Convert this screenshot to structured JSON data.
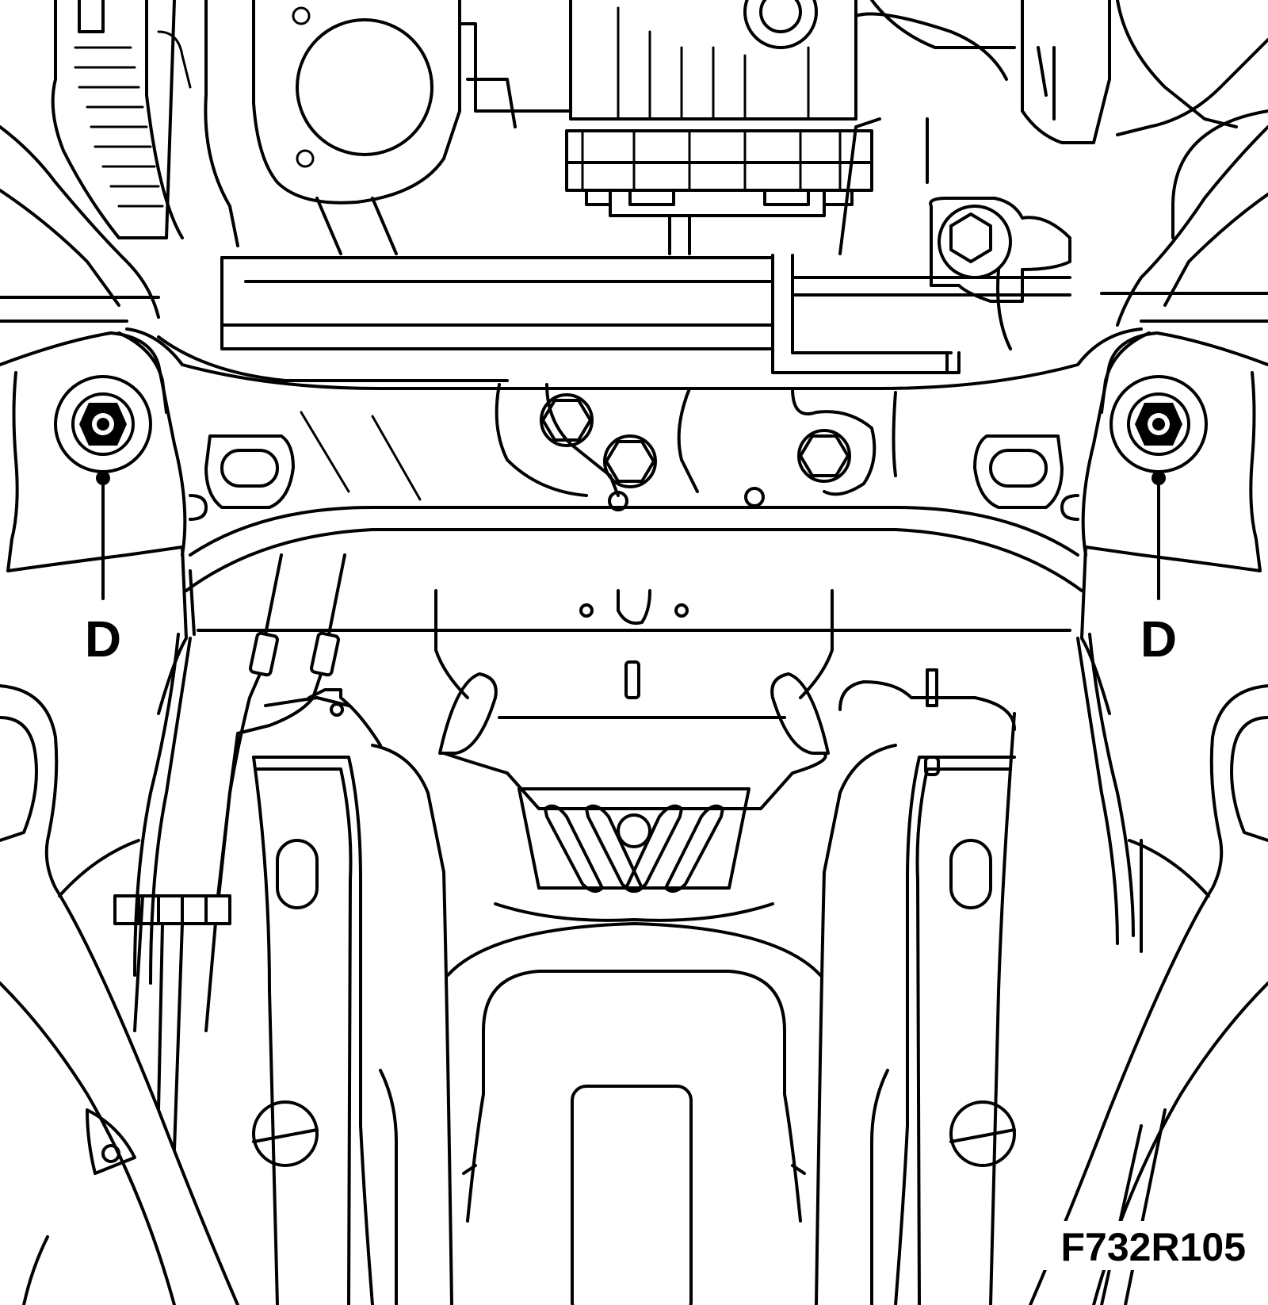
{
  "callouts": {
    "left": "D",
    "right": "D"
  },
  "figure_code": "F732R105"
}
